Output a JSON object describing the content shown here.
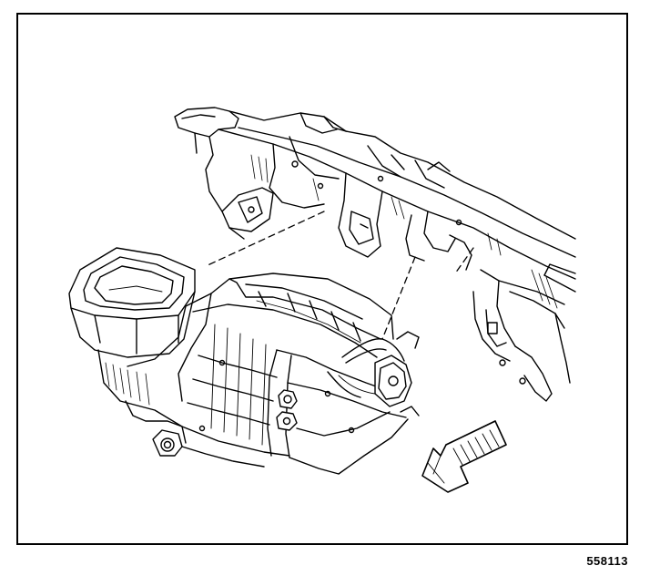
{
  "figure": {
    "id_label": "558113"
  },
  "colors": {
    "ink": "#000000",
    "paper": "#ffffff",
    "shade": "#d8d8d8"
  },
  "parts": {
    "upper": "instrument-panel-carrier",
    "lower": "hvac-module-assembly",
    "indicator": "vehicle-front-arrow"
  }
}
